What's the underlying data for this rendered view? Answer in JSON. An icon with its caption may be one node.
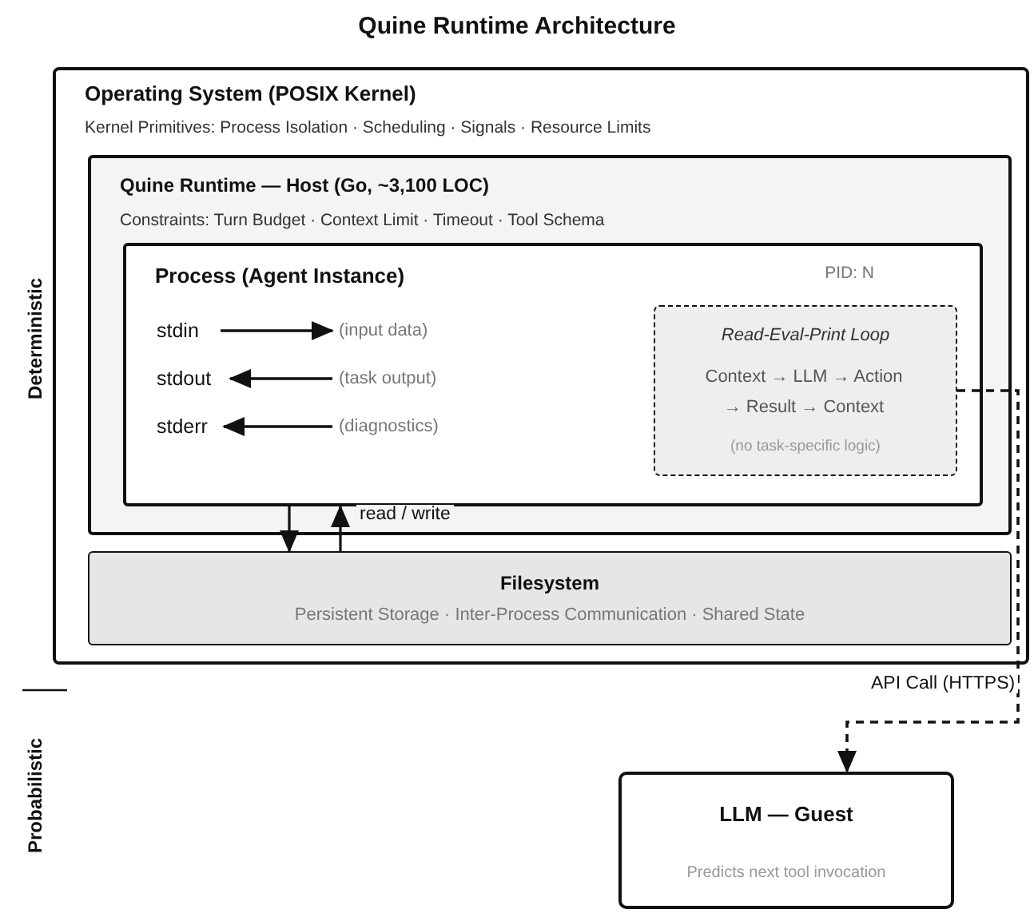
{
  "diagram": {
    "title": "Quine Runtime Architecture",
    "nodes": [
      {
        "text": [
          "Operating System (POSIX Kernel)",
          "Kernel Primitives: Process Isolation · Scheduling · Signals · Resource Limits"
        ]
      },
      {
        "text": [
          "Quine Runtime — Host (Go, ~3,100 LOC)",
          "Constraints: Turn Budget · Context Limit · Timeout · Tool Schema"
        ],
        "in": 0
      },
      {
        "text": [
          "Process (Agent Instance)",
          "PID: N"
        ],
        "in": 1
      },
      {
        "text": [
          "stdin"
        ],
        "in": 2
      },
      {
        "text": [
          "(input data)"
        ],
        "in": 2
      },
      {
        "text": [
          "stdout"
        ],
        "in": 2
      },
      {
        "text": [
          "(task output)"
        ],
        "in": 2
      },
      {
        "text": [
          "stderr"
        ],
        "in": 2
      },
      {
        "text": [
          "(diagnostics)"
        ],
        "in": 2
      },
      {
        "text": [
          "Read-Eval-Print Loop",
          "Context → LLM → Action → Result → Context",
          "(no task-specific logic)"
        ],
        "in": 2
      },
      {
        "text": [
          "Filesystem",
          "Persistent Storage · Inter-Process Communication · Shared State"
        ],
        "in": 0
      },
      {
        "text": [
          "LLM — Guest",
          "Predicts next tool invocation"
        ]
      }
    ],
    "edges": [
      {
        "from": 2,
        "to": 10,
        "arrow": "to"
      },
      {
        "from": 10,
        "to": 2,
        "arrow": "to",
        "label": "read / write"
      },
      {
        "from": 3,
        "to": 4,
        "arrow": "to"
      },
      {
        "from": 6,
        "to": 5,
        "arrow": "to"
      },
      {
        "from": 8,
        "to": 7,
        "arrow": "to"
      },
      {
        "from": 9,
        "to": 11,
        "arrow": "to",
        "label": "API Call (HTTPS)",
        "style": "dashed"
      }
    ],
    "labels": [
      "Deterministic",
      "Probabilistic"
    ]
  }
}
